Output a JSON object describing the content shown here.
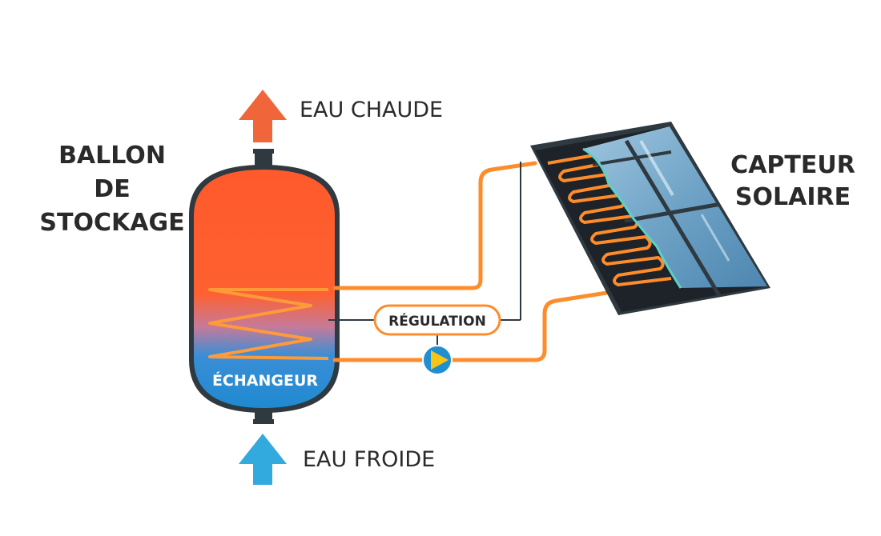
{
  "labels": {
    "hot_water": "EAU CHAUDE",
    "cold_water": "EAU FROIDE",
    "tank_line1": "BALLON",
    "tank_line2": "DE",
    "tank_line3": "STOCKAGE",
    "collector_line1": "CAPTEUR",
    "collector_line2": "SOLAIRE",
    "regulation": "RÉGULATION",
    "exchanger": "ÉCHANGEUR"
  },
  "colors": {
    "hot": "#ff5a2c",
    "cold": "#1f8fd0",
    "arrow_hot": "#f0653a",
    "arrow_cold": "#33aadd",
    "pipe": "#ff8c2b",
    "text": "#2a2a2a",
    "panel_frame": "#2f3940",
    "pump_yellow": "#f7c515"
  },
  "icons": {
    "pump": "pump-icon",
    "hot_arrow": "arrow-up-icon",
    "cold_arrow": "arrow-up-icon"
  }
}
